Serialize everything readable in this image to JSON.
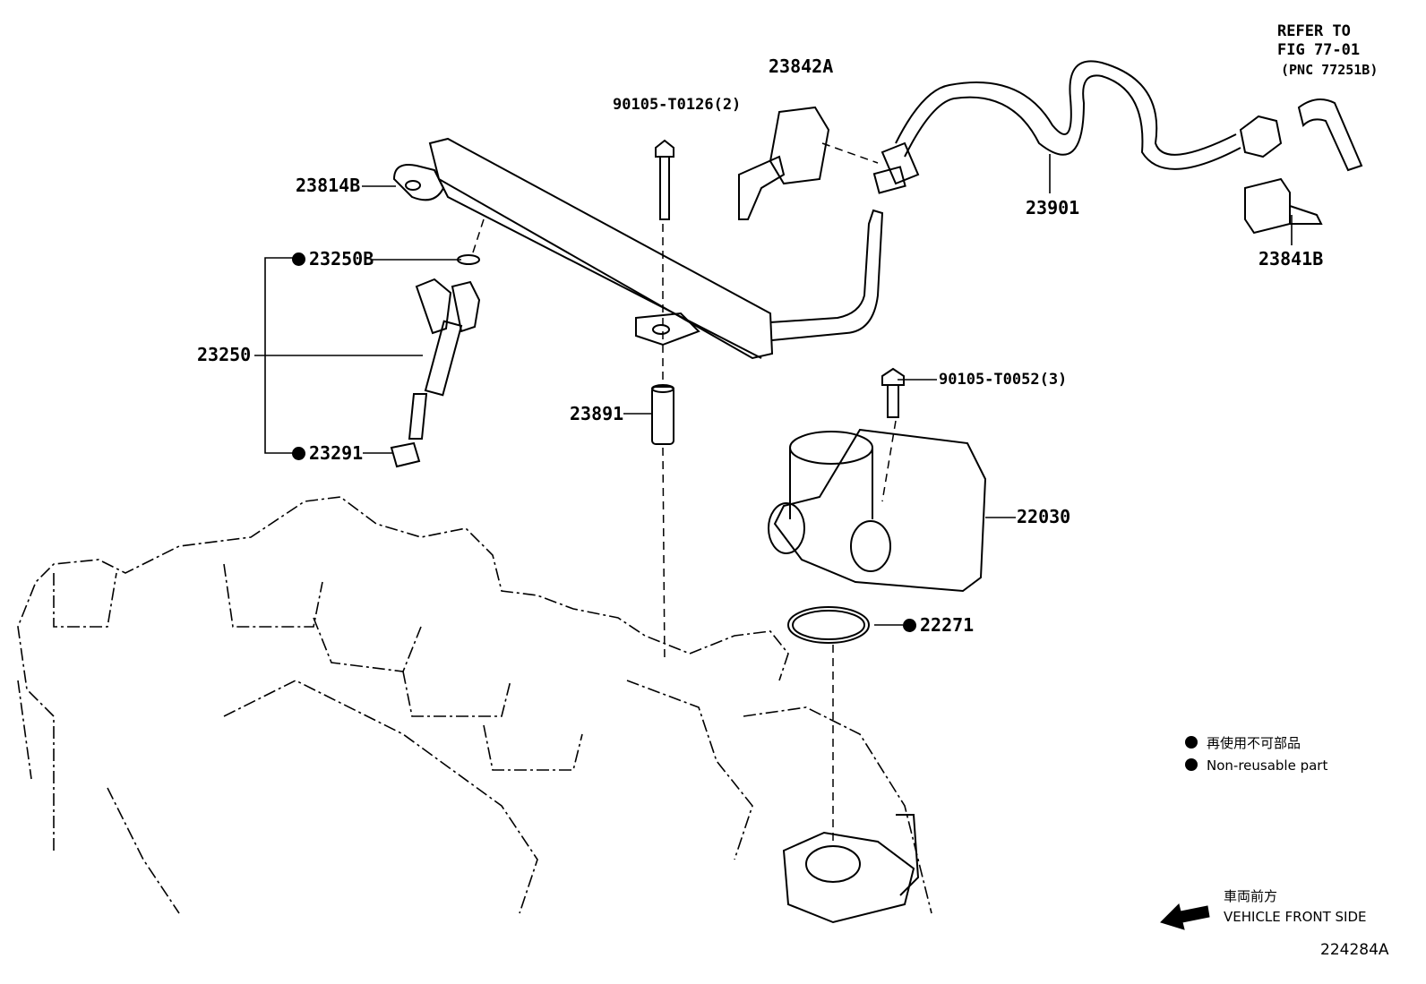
{
  "parts": {
    "p23842A": "23842A",
    "p90105_T0126": "90105-T0126(2)",
    "p23814B": "23814B",
    "p23250B": "23250B",
    "p23250": "23250",
    "p23291": "23291",
    "p23891": "23891",
    "p23901": "23901",
    "p23841B": "23841B",
    "p90105_T0052": "90105-T0052(3)",
    "p22030": "22030",
    "p22271": "22271"
  },
  "reference": {
    "line1": "REFER TO",
    "line2": "FIG 77-01",
    "line3": "(PNC 77251B)"
  },
  "legend": {
    "jp": "再使用不可部品",
    "en": "Non-reusable part"
  },
  "direction": {
    "jp": "車両前方",
    "en": "VEHICLE FRONT SIDE"
  },
  "figure_id": "224284A"
}
